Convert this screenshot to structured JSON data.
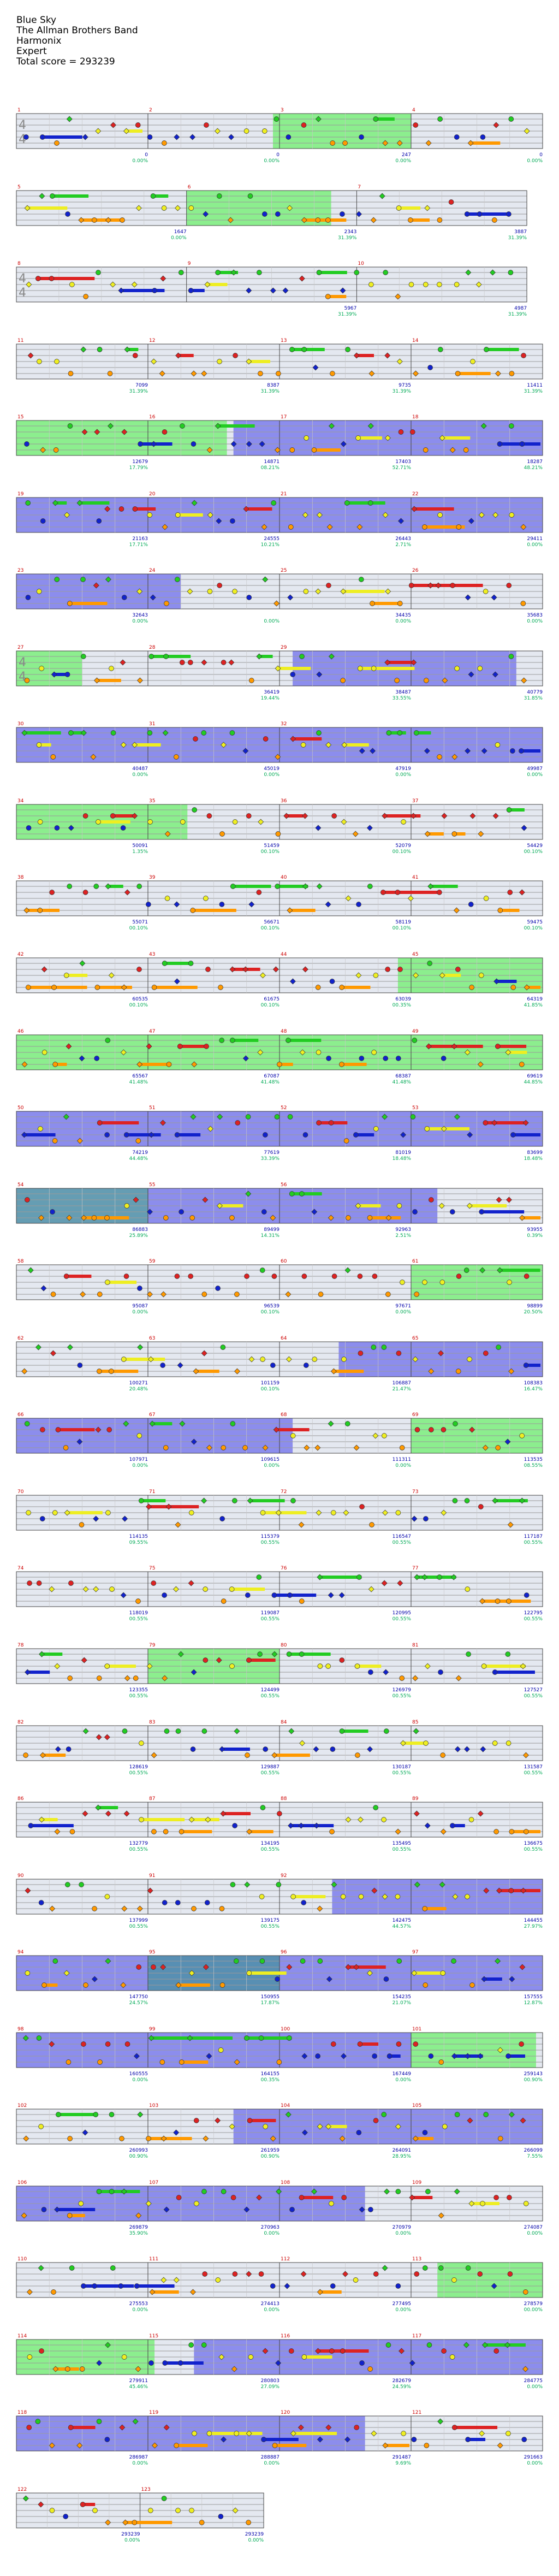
{
  "song": {
    "title": "Blue Sky",
    "artist": "The Allman Brothers Band",
    "instrument": "Harmonix",
    "difficulty": "Expert",
    "total_score_label": "Total score = 293239"
  },
  "colors": {
    "green": "#22cc22",
    "red": "#dd2222",
    "yellow": "#eeee22",
    "blue": "#1122cc",
    "orange": "#ff9900",
    "overdrive": "#7c7cec",
    "solo": "#7cee7c",
    "overdrive_solo": "#4f8fa8",
    "measure_number": "#cc0000",
    "score_text": "#0000aa",
    "percent_text": "#00aa55"
  },
  "chart_data": {
    "type": "table",
    "systems": [
      {
        "measures": [
          {
            "n": "1",
            "score": "0",
            "pct": "0.00%"
          },
          {
            "n": "2",
            "score": "0",
            "pct": "0.00%"
          },
          {
            "n": "3",
            "score": "247",
            "pct": "0.00%"
          },
          {
            "n": "4",
            "score": "0",
            "pct": "0.00%"
          }
        ],
        "time_sig": "4/4",
        "solo": [
          [
            1.95,
            3.0
          ]
        ]
      },
      {
        "measures": [
          {
            "n": "5",
            "score": "1647",
            "pct": "0.00%"
          },
          {
            "n": "6",
            "score": "2343",
            "pct": "31.39%"
          },
          {
            "n": "7",
            "score": "3887",
            "pct": "31.39%"
          }
        ],
        "solo": [
          [
            1.0,
            1.85
          ]
        ]
      },
      {
        "measures": [
          {
            "n": "8",
            "score": "",
            "pct": ""
          },
          {
            "n": "9",
            "score": "5967",
            "pct": "31.39%"
          },
          {
            "n": "10",
            "score": "4987",
            "pct": "31.39%"
          }
        ],
        "time_sig": "4/4"
      },
      {
        "measures": [
          {
            "n": "11",
            "score": "7099",
            "pct": "31.39%"
          },
          {
            "n": "12",
            "score": "8387",
            "pct": "31.39%"
          },
          {
            "n": "13",
            "score": "9735",
            "pct": "31.39%"
          },
          {
            "n": "14",
            "score": "11411",
            "pct": "31.39%"
          }
        ]
      },
      {
        "measures": [
          {
            "n": "15",
            "score": "12679",
            "pct": "17.79%"
          },
          {
            "n": "16",
            "score": "14871",
            "pct": "08.21%"
          },
          {
            "n": "17",
            "score": "17403",
            "pct": "52.71%"
          },
          {
            "n": "18",
            "score": "18287",
            "pct": "48.21%"
          }
        ],
        "solo": [
          [
            0.0,
            1.6
          ]
        ],
        "overdrive": [
          [
            1.65,
            4.0
          ]
        ]
      },
      {
        "measures": [
          {
            "n": "19",
            "score": "21163",
            "pct": "17.71%"
          },
          {
            "n": "20",
            "score": "24555",
            "pct": "10.21%"
          },
          {
            "n": "21",
            "score": "26443",
            "pct": "2.71%"
          },
          {
            "n": "22",
            "score": "29411",
            "pct": "0.00%"
          }
        ],
        "overdrive": [
          [
            0.0,
            4.0
          ]
        ]
      },
      {
        "measures": [
          {
            "n": "23",
            "score": "32643",
            "pct": "0.00%"
          },
          {
            "n": "24",
            "score": "",
            "pct": "0.00%"
          },
          {
            "n": "25",
            "score": "34435",
            "pct": "0.00%"
          },
          {
            "n": "26",
            "score": "35683",
            "pct": "0.00%"
          }
        ],
        "overdrive": [
          [
            0.0,
            1.25
          ]
        ]
      },
      {
        "measures": [
          {
            "n": "27",
            "score": "",
            "pct": ""
          },
          {
            "n": "28",
            "score": "36419",
            "pct": "19.44%"
          },
          {
            "n": "29",
            "score": "38487",
            "pct": "33.55%"
          },
          {
            "n": "",
            "score": "40779",
            "pct": "31.85%"
          }
        ],
        "time_sig": "4/4",
        "solo": [
          [
            0.0,
            0.5
          ]
        ],
        "overdrive": [
          [
            2.1,
            3.8
          ]
        ]
      },
      {
        "measures": [
          {
            "n": "30",
            "score": "40487",
            "pct": "0.00%"
          },
          {
            "n": "31",
            "score": "45019",
            "pct": "0.00%"
          },
          {
            "n": "32",
            "score": "47919",
            "pct": "0.00%"
          },
          {
            "n": "",
            "score": "49987",
            "pct": "0.00%"
          }
        ],
        "overdrive": [
          [
            0.0,
            4.0
          ]
        ]
      },
      {
        "measures": [
          {
            "n": "34",
            "score": "50091",
            "pct": "1.35%"
          },
          {
            "n": "35",
            "score": "51459",
            "pct": "00.10%"
          },
          {
            "n": "36",
            "score": "52079",
            "pct": "00.10%"
          },
          {
            "n": "37",
            "score": "54429",
            "pct": "00.10%"
          }
        ],
        "solo": [
          [
            0.0,
            1.3
          ]
        ]
      },
      {
        "measures": [
          {
            "n": "38",
            "score": "55071",
            "pct": "00.10%"
          },
          {
            "n": "39",
            "score": "56671",
            "pct": "00.10%"
          },
          {
            "n": "40",
            "score": "58119",
            "pct": "00.10%"
          },
          {
            "n": "41",
            "score": "59475",
            "pct": "00.10%"
          }
        ]
      },
      {
        "measures": [
          {
            "n": "42",
            "score": "60535",
            "pct": "00.10%"
          },
          {
            "n": "43",
            "score": "61675",
            "pct": "00.10%"
          },
          {
            "n": "44",
            "score": "63039",
            "pct": "00.35%"
          },
          {
            "n": "45",
            "score": "64319",
            "pct": "41.85%"
          }
        ],
        "solo": [
          [
            2.9,
            4.0
          ]
        ]
      },
      {
        "measures": [
          {
            "n": "46",
            "score": "65567",
            "pct": "41.48%"
          },
          {
            "n": "47",
            "score": "67087",
            "pct": "41.48%"
          },
          {
            "n": "48",
            "score": "68387",
            "pct": "41.48%"
          },
          {
            "n": "49",
            "score": "69619",
            "pct": "44.85%"
          }
        ],
        "solo": [
          [
            0.0,
            4.0
          ]
        ]
      },
      {
        "measures": [
          {
            "n": "50",
            "score": "74219",
            "pct": "44.48%"
          },
          {
            "n": "51",
            "score": "77619",
            "pct": "33.39%"
          },
          {
            "n": "52",
            "score": "81019",
            "pct": "18.48%"
          },
          {
            "n": "53",
            "score": "83699",
            "pct": "18.48%"
          }
        ],
        "overdrive": [
          [
            0.0,
            4.0
          ]
        ]
      },
      {
        "measures": [
          {
            "n": "54",
            "score": "86883",
            "pct": "25.89%"
          },
          {
            "n": "55",
            "score": "89499",
            "pct": "14.31%"
          },
          {
            "n": "56",
            "score": "92963",
            "pct": "2.51%"
          },
          {
            "n": "",
            "score": "93955",
            "pct": "0.39%"
          }
        ],
        "overdrive_solo": [
          [
            0.0,
            1.0
          ]
        ],
        "overdrive": [
          [
            1.0,
            3.2
          ]
        ]
      },
      {
        "measures": [
          {
            "n": "58",
            "score": "95087",
            "pct": "0.00%"
          },
          {
            "n": "59",
            "score": "96539",
            "pct": "00.10%"
          },
          {
            "n": "60",
            "score": "97671",
            "pct": "0.00%"
          },
          {
            "n": "61",
            "score": "98899",
            "pct": "20.50%"
          }
        ],
        "solo": [
          [
            3.0,
            4.0
          ]
        ]
      },
      {
        "measures": [
          {
            "n": "62",
            "score": "100271",
            "pct": "20.48%"
          },
          {
            "n": "63",
            "score": "101159",
            "pct": "00.10%"
          },
          {
            "n": "64",
            "score": "106887",
            "pct": "21.47%"
          },
          {
            "n": "65",
            "score": "108383",
            "pct": "16.47%"
          }
        ],
        "overdrive": [
          [
            2.45,
            4.0
          ]
        ]
      },
      {
        "measures": [
          {
            "n": "66",
            "score": "107971",
            "pct": "0.00%"
          },
          {
            "n": "67",
            "score": "109615",
            "pct": "0.00%"
          },
          {
            "n": "68",
            "score": "111311",
            "pct": "0.00%"
          },
          {
            "n": "69",
            "score": "113535",
            "pct": "08.55%"
          }
        ],
        "overdrive": [
          [
            0.0,
            2.1
          ]
        ],
        "solo": [
          [
            3.0,
            4.0
          ]
        ]
      },
      {
        "measures": [
          {
            "n": "70",
            "score": "114135",
            "pct": "09.55%"
          },
          {
            "n": "71",
            "score": "115379",
            "pct": "00.55%"
          },
          {
            "n": "72",
            "score": "116547",
            "pct": "00.55%"
          },
          {
            "n": "73",
            "score": "117187",
            "pct": "00.55%"
          }
        ]
      },
      {
        "measures": [
          {
            "n": "74",
            "score": "118019",
            "pct": "00.55%"
          },
          {
            "n": "75",
            "score": "119087",
            "pct": "00.55%"
          },
          {
            "n": "76",
            "score": "120995",
            "pct": "00.55%"
          },
          {
            "n": "77",
            "score": "122795",
            "pct": "00.55%"
          }
        ]
      },
      {
        "measures": [
          {
            "n": "78",
            "score": "123355",
            "pct": "00.55%"
          },
          {
            "n": "79",
            "score": "124499",
            "pct": "00.55%"
          },
          {
            "n": "80",
            "score": "126979",
            "pct": "00.55%"
          },
          {
            "n": "81",
            "score": "127527",
            "pct": "00.55%"
          }
        ],
        "solo": [
          [
            1.0,
            2.0
          ]
        ]
      },
      {
        "measures": [
          {
            "n": "82",
            "score": "128619",
            "pct": "00.55%"
          },
          {
            "n": "83",
            "score": "129887",
            "pct": "00.55%"
          },
          {
            "n": "84",
            "score": "130187",
            "pct": "00.55%"
          },
          {
            "n": "85",
            "score": "131587",
            "pct": "00.55%"
          }
        ]
      },
      {
        "measures": [
          {
            "n": "86",
            "score": "132779",
            "pct": "00.55%"
          },
          {
            "n": "87",
            "score": "134195",
            "pct": "00.55%"
          },
          {
            "n": "88",
            "score": "135495",
            "pct": "00.55%"
          },
          {
            "n": "89",
            "score": "136675",
            "pct": "00.55%"
          }
        ]
      },
      {
        "measures": [
          {
            "n": "90",
            "score": "137999",
            "pct": "00.55%"
          },
          {
            "n": "91",
            "score": "139175",
            "pct": "00.55%"
          },
          {
            "n": "92",
            "score": "142475",
            "pct": "44.57%"
          },
          {
            "n": "",
            "score": "144455",
            "pct": "27.97%"
          }
        ],
        "overdrive": [
          [
            2.4,
            4.0
          ]
        ]
      },
      {
        "measures": [
          {
            "n": "94",
            "score": "147750",
            "pct": "24.57%"
          },
          {
            "n": "95",
            "score": "150955",
            "pct": "17.87%"
          },
          {
            "n": "96",
            "score": "154235",
            "pct": "21.07%"
          },
          {
            "n": "97",
            "score": "157555",
            "pct": "12.87%"
          }
        ],
        "overdrive": [
          [
            0.0,
            4.0
          ]
        ],
        "overdrive_solo": [
          [
            1.0,
            2.0
          ]
        ]
      },
      {
        "measures": [
          {
            "n": "98",
            "score": "160555",
            "pct": "0.00%"
          },
          {
            "n": "99",
            "score": "164155",
            "pct": "00.35%"
          },
          {
            "n": "100",
            "score": "167449",
            "pct": "0.00%"
          },
          {
            "n": "101",
            "score": "259143",
            "pct": "00.90%"
          }
        ],
        "overdrive": [
          [
            0.0,
            3.0
          ]
        ],
        "solo": [
          [
            3.0,
            3.95
          ]
        ]
      },
      {
        "measures": [
          {
            "n": "102",
            "score": "260993",
            "pct": "00.90%"
          },
          {
            "n": "103",
            "score": "261959",
            "pct": "00.90%"
          },
          {
            "n": "104",
            "score": "264091",
            "pct": "28.95%"
          },
          {
            "n": "105",
            "score": "266099",
            "pct": "7.55%"
          }
        ],
        "overdrive": [
          [
            1.65,
            4.0
          ]
        ]
      },
      {
        "measures": [
          {
            "n": "106",
            "score": "269879",
            "pct": "35.90%"
          },
          {
            "n": "107",
            "score": "270963",
            "pct": "0.00%"
          },
          {
            "n": "108",
            "score": "270979",
            "pct": "0.00%"
          },
          {
            "n": "109",
            "score": "274087",
            "pct": "0.00%"
          }
        ],
        "overdrive": [
          [
            0.0,
            2.65
          ]
        ]
      },
      {
        "measures": [
          {
            "n": "110",
            "score": "275553",
            "pct": "0.00%"
          },
          {
            "n": "111",
            "score": "274413",
            "pct": "0.00%"
          },
          {
            "n": "112",
            "score": "277495",
            "pct": "0.00%"
          },
          {
            "n": "113",
            "score": "278579",
            "pct": "00.00%"
          }
        ],
        "solo": [
          [
            3.2,
            4.0
          ]
        ]
      },
      {
        "measures": [
          {
            "n": "114",
            "score": "279911",
            "pct": "45.46%"
          },
          {
            "n": "115",
            "score": "280803",
            "pct": "27.09%"
          },
          {
            "n": "116",
            "score": "282679",
            "pct": "24.59%"
          },
          {
            "n": "117",
            "score": "284775",
            "pct": "0.00%"
          }
        ],
        "solo": [
          [
            0.0,
            1.05
          ]
        ],
        "overdrive": [
          [
            1.35,
            4.0
          ]
        ]
      },
      {
        "measures": [
          {
            "n": "118",
            "score": "286987",
            "pct": "0.00%"
          },
          {
            "n": "119",
            "score": "288887",
            "pct": "0.00%"
          },
          {
            "n": "120",
            "score": "291487",
            "pct": "9.69%"
          },
          {
            "n": "121",
            "score": "291663",
            "pct": "0.00%"
          }
        ],
        "overdrive": [
          [
            0.0,
            2.65
          ]
        ]
      },
      {
        "measures": [
          {
            "n": "122",
            "score": "293239",
            "pct": "0.00%"
          },
          {
            "n": "123",
            "score": "293239",
            "pct": "0.00%"
          }
        ],
        "partial": true
      }
    ]
  }
}
